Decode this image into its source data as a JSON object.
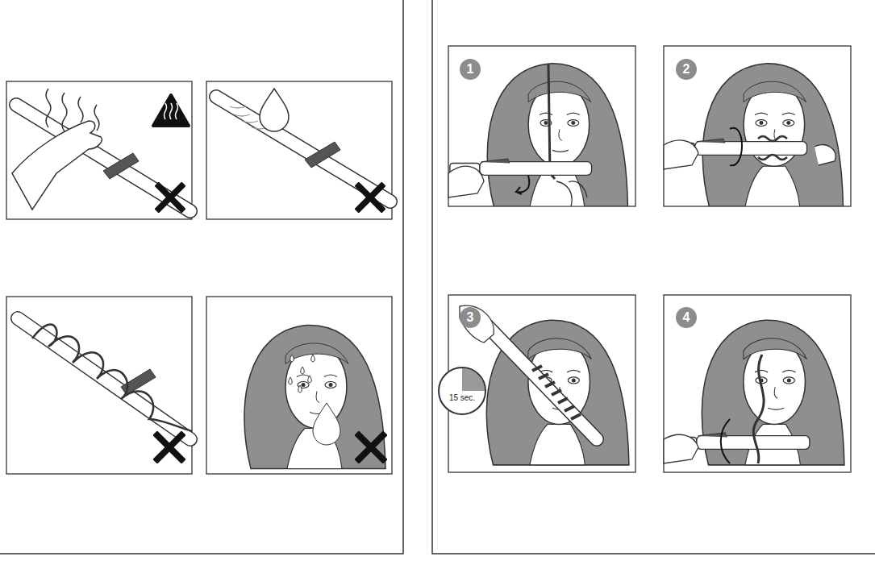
{
  "diagram": {
    "nodes": [
      {
        "text": [
          "1"
        ]
      },
      {
        "text": [
          "2"
        ]
      },
      {
        "text": [
          "3"
        ]
      },
      {
        "text": [
          "15 sec."
        ]
      },
      {
        "text": [
          "4"
        ]
      }
    ]
  }
}
